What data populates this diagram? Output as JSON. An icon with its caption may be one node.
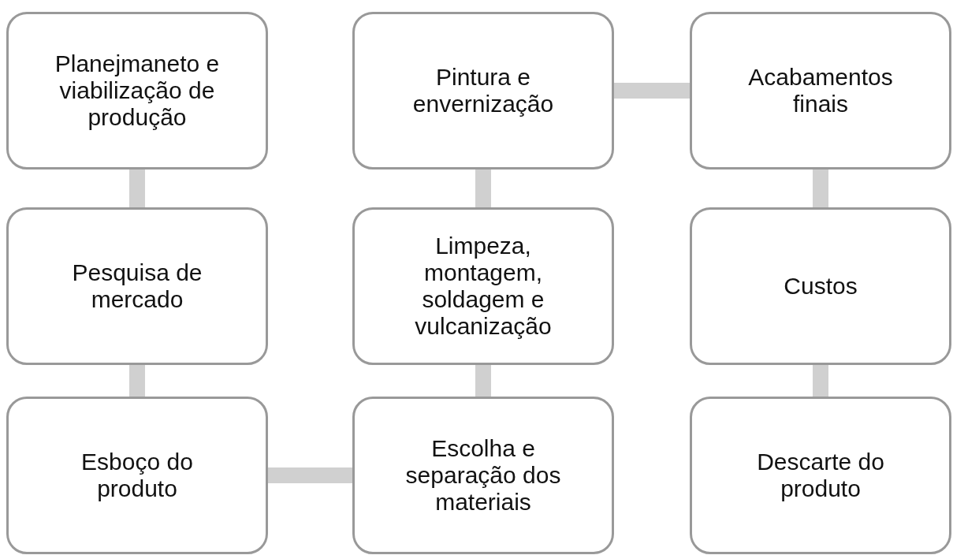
{
  "diagram": {
    "nodes": [
      {
        "text": [
          "Planejmaneto e viabilização de produção"
        ]
      },
      {
        "text": [
          "Pesquisa de mercado"
        ]
      },
      {
        "text": [
          "Esboço do produto"
        ]
      },
      {
        "text": [
          "Pintura e envernização"
        ]
      },
      {
        "text": [
          "Limpeza, montagem, soldagem e vulcanização"
        ]
      },
      {
        "text": [
          "Escolha e separação dos materiais"
        ]
      },
      {
        "text": [
          "Acabamentos finais"
        ]
      },
      {
        "text": [
          "Custos"
        ]
      },
      {
        "text": [
          "Descarte do produto"
        ]
      }
    ],
    "edges": [
      {
        "from": 0,
        "to": 1,
        "arrow": "none"
      },
      {
        "from": 1,
        "to": 2,
        "arrow": "none"
      },
      {
        "from": 2,
        "to": 5,
        "arrow": "none"
      },
      {
        "from": 5,
        "to": 4,
        "arrow": "none"
      },
      {
        "from": 4,
        "to": 3,
        "arrow": "none"
      },
      {
        "from": 3,
        "to": 6,
        "arrow": "none"
      },
      {
        "from": 6,
        "to": 7,
        "arrow": "none"
      },
      {
        "from": 7,
        "to": 8,
        "arrow": "none"
      }
    ]
  }
}
